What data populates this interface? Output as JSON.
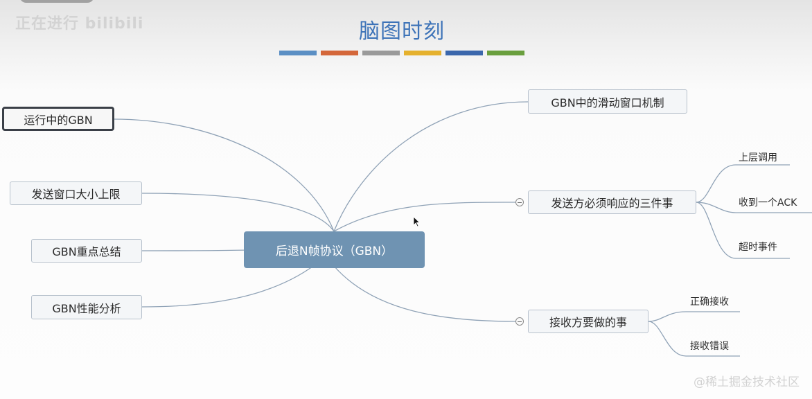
{
  "header": {
    "watermark": "正在进行 bilibili",
    "title": "脑图时刻"
  },
  "color_bars": [
    "#5b8fc4",
    "#d4673a",
    "#9a9a9a",
    "#e5b12e",
    "#3b67ac",
    "#6a9f3e"
  ],
  "central_topic": "后退N帧协议（GBN）",
  "left_topics": [
    {
      "label": "运行中的GBN",
      "selected": true
    },
    {
      "label": "发送窗口大小上限"
    },
    {
      "label": "GBN重点总结"
    },
    {
      "label": "GBN性能分析"
    }
  ],
  "right_topics": [
    {
      "label": "GBN中的滑动窗口机制"
    },
    {
      "label": "发送方必须响应的三件事",
      "children": [
        "上层调用",
        "收到一个ACK",
        "超时事件"
      ]
    },
    {
      "label": "接收方要做的事",
      "children": [
        "正确接收",
        "接收错误"
      ]
    }
  ],
  "footer": {
    "watermark": "@稀土掘金技术社区"
  }
}
